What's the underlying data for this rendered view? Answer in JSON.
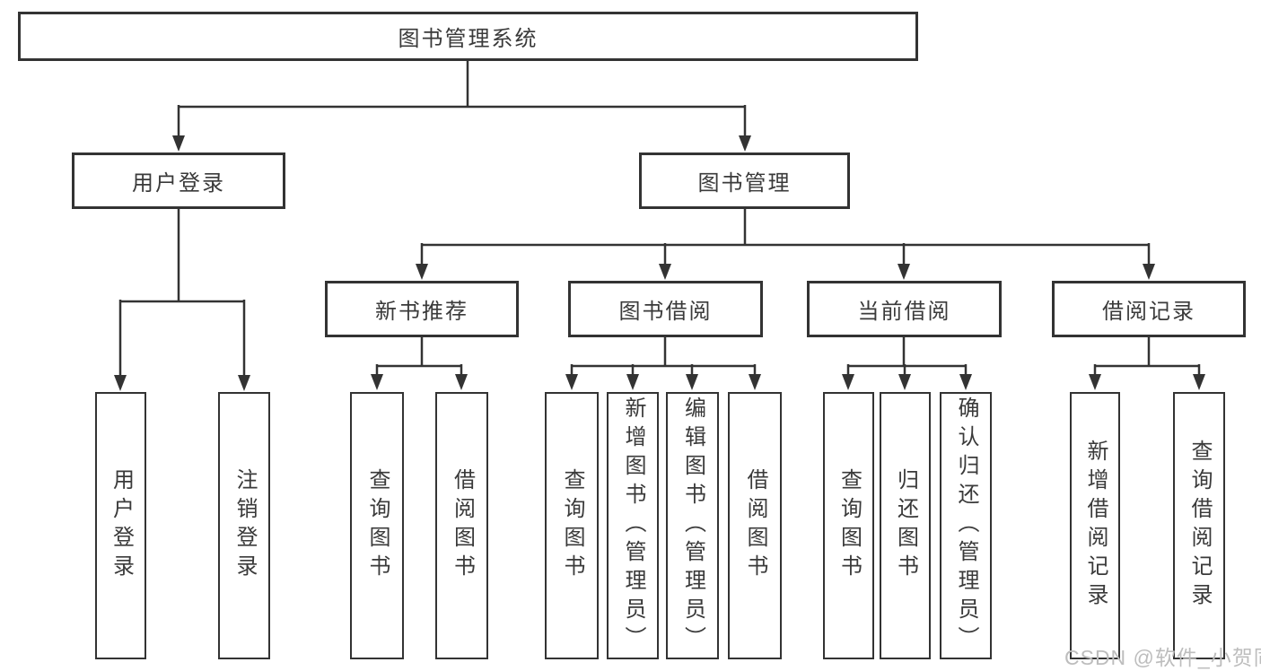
{
  "tree": {
    "root": "图书管理系统",
    "branches": [
      {
        "label": "用户登录",
        "children": [
          "用户登录",
          "注销登录"
        ]
      },
      {
        "label": "图书管理",
        "sections": [
          {
            "label": "新书推荐",
            "children": [
              "查询图书",
              "借阅图书"
            ]
          },
          {
            "label": "图书借阅",
            "children": [
              "查询图书",
              "新增图书（管理员）",
              "编辑图书（管理员）",
              "借阅图书"
            ]
          },
          {
            "label": "当前借阅",
            "children": [
              "查询图书",
              "归还图书",
              "确认归还（管理员）"
            ]
          },
          {
            "label": "借阅记录",
            "children": [
              "新增借阅记录",
              "查询借阅记录"
            ]
          }
        ]
      }
    ]
  },
  "watermark": "CSDN @软件_小贺同学",
  "colors": {
    "line": "#333333",
    "text": "#3a3a3a",
    "watermark": "#bdbdbd",
    "background": "#ffffff"
  }
}
